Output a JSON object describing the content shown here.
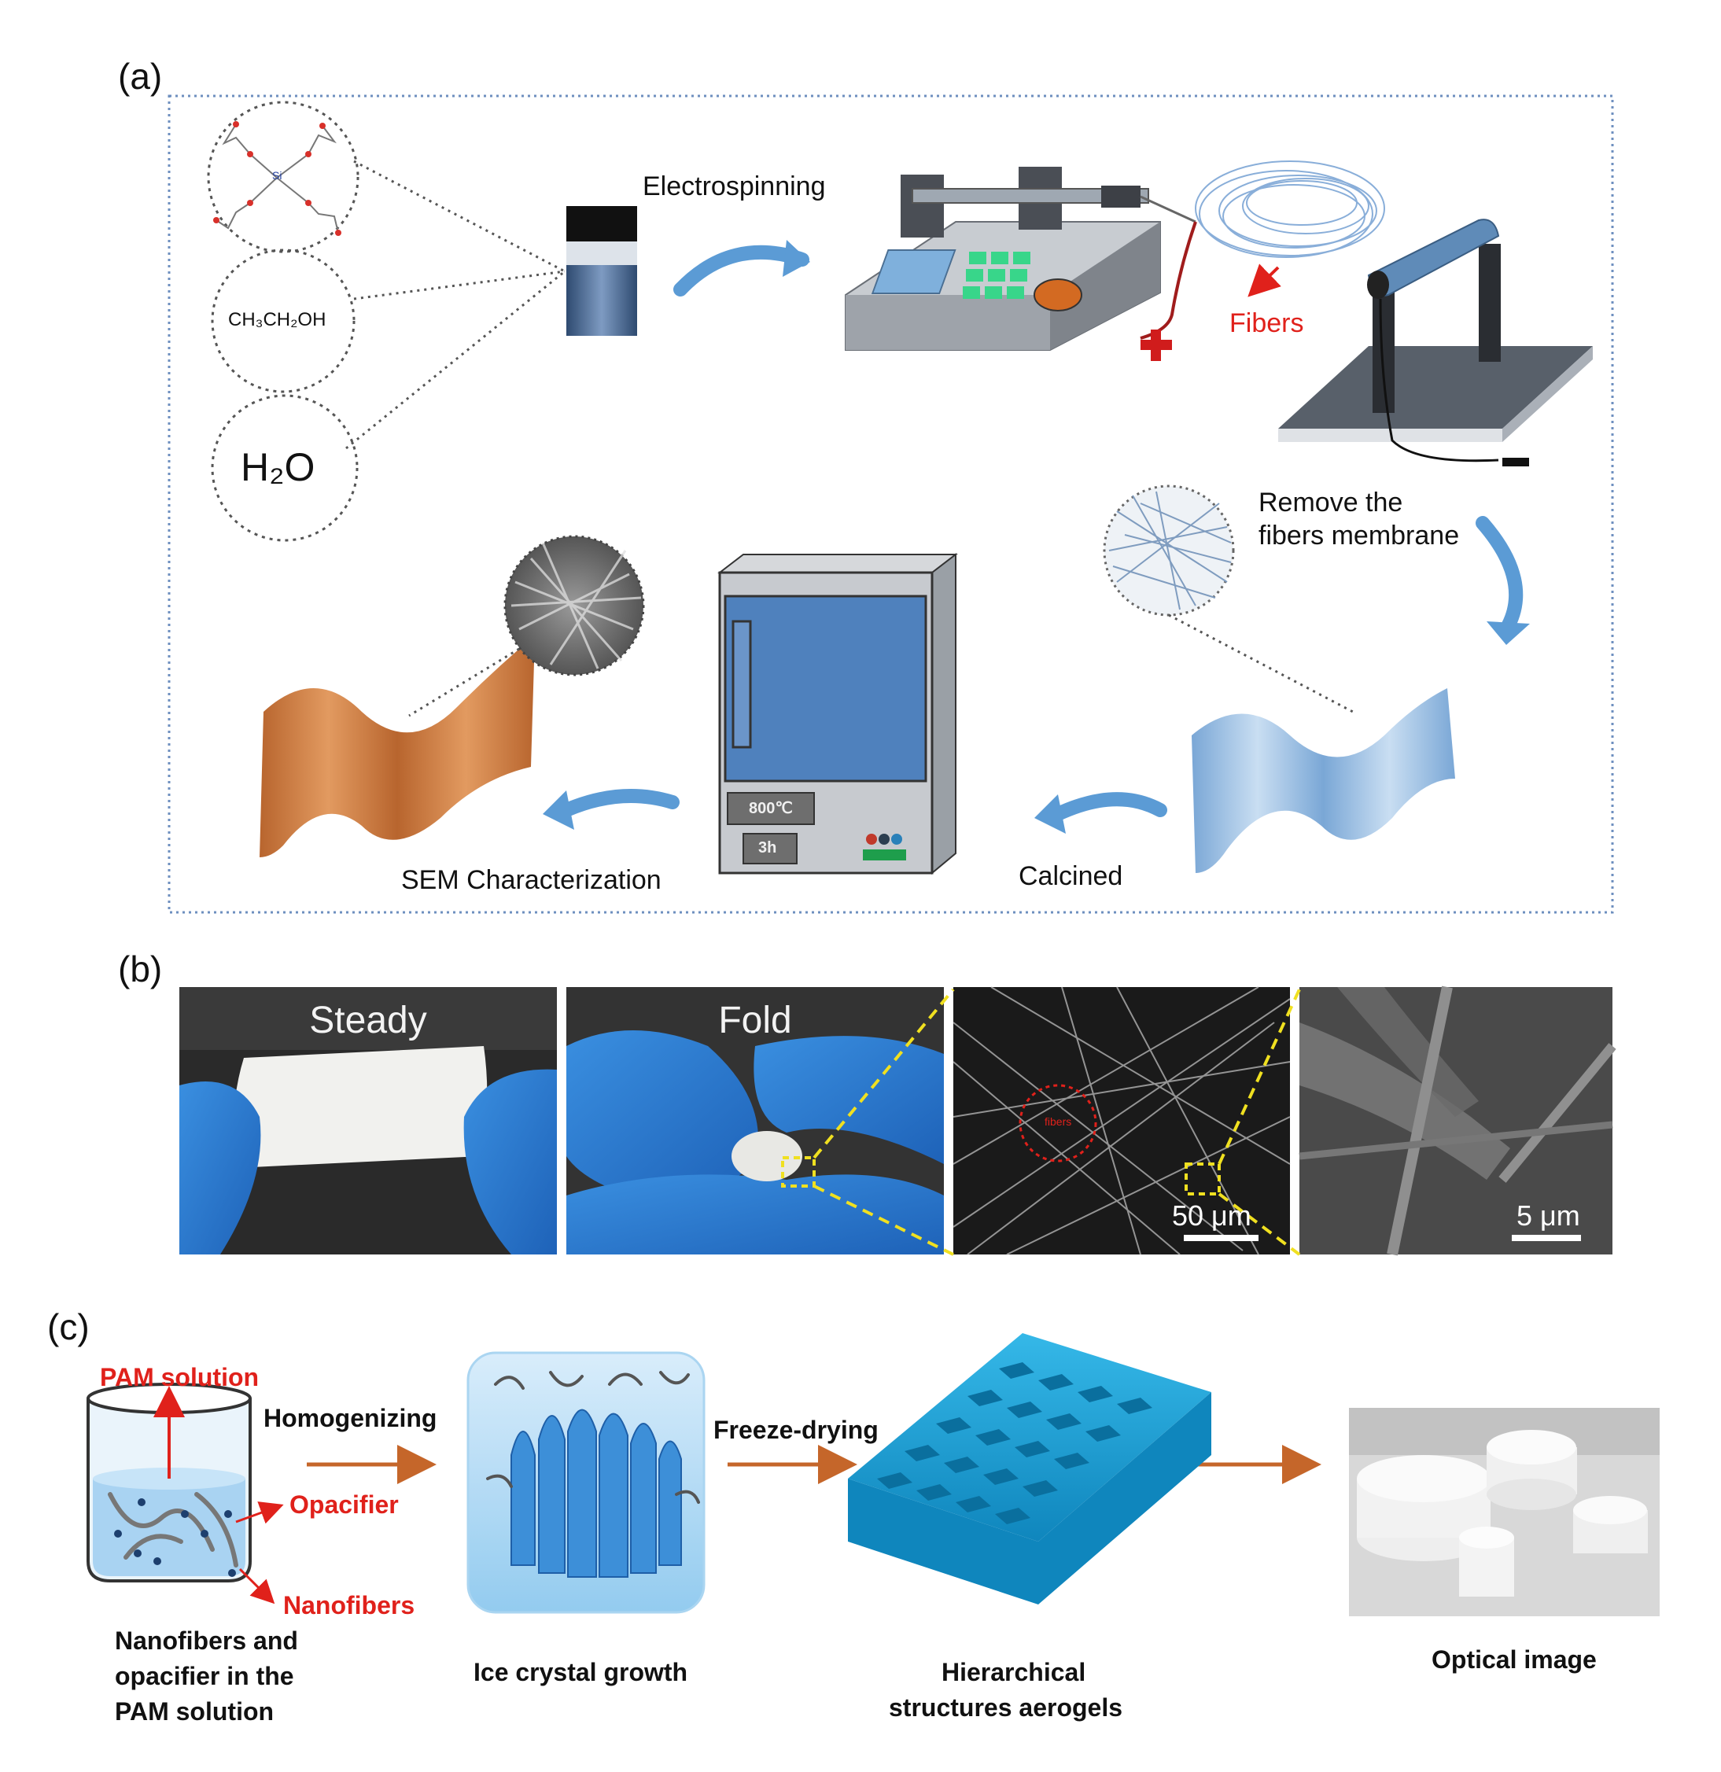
{
  "panels": {
    "a": {
      "label": "(a)",
      "electrospinning": "Electrospinning",
      "ethanol": "CH₃CH₂OH",
      "water": "H₂O",
      "fibers": "Fibers",
      "remove_line1": "Remove the",
      "remove_line2": "fibers membrane",
      "calcined": "Calcined",
      "sem": "SEM Characterization",
      "furnace_temp": "800℃",
      "furnace_time": "3h",
      "molecule_center": "Si",
      "plus": "+",
      "minus": "−"
    },
    "b": {
      "label": "(b)",
      "photo1_title": "Steady",
      "photo2_title": "Fold",
      "sem_circle_note": "fibers",
      "scale1": "50 μm",
      "scale2": "5 μm"
    },
    "c": {
      "label": "(c)",
      "pam_solution": "PAM solution",
      "homogenizing": "Homogenizing",
      "opacifier": "Opacifier",
      "nanofibers": "Nanofibers",
      "beaker_caption_1": "Nanofibers and",
      "beaker_caption_2": "opacifier in the",
      "beaker_caption_3": "PAM solution",
      "ice_caption": "Ice crystal growth",
      "freeze_drying": "Freeze-drying",
      "aerogel_caption_1": "Hierarchical",
      "aerogel_caption_2": "structures aerogels",
      "optical_caption": "Optical image"
    }
  },
  "colors": {
    "arrow_blue": "#5b9bd5",
    "arrow_orange": "#c5662a",
    "label_red": "#e0211b",
    "membrane_blue": "#8eb8e0",
    "membrane_orange": "#c87840",
    "furnace_blue": "#4f81bd",
    "aerogel_blue": "#1aa3d6"
  }
}
